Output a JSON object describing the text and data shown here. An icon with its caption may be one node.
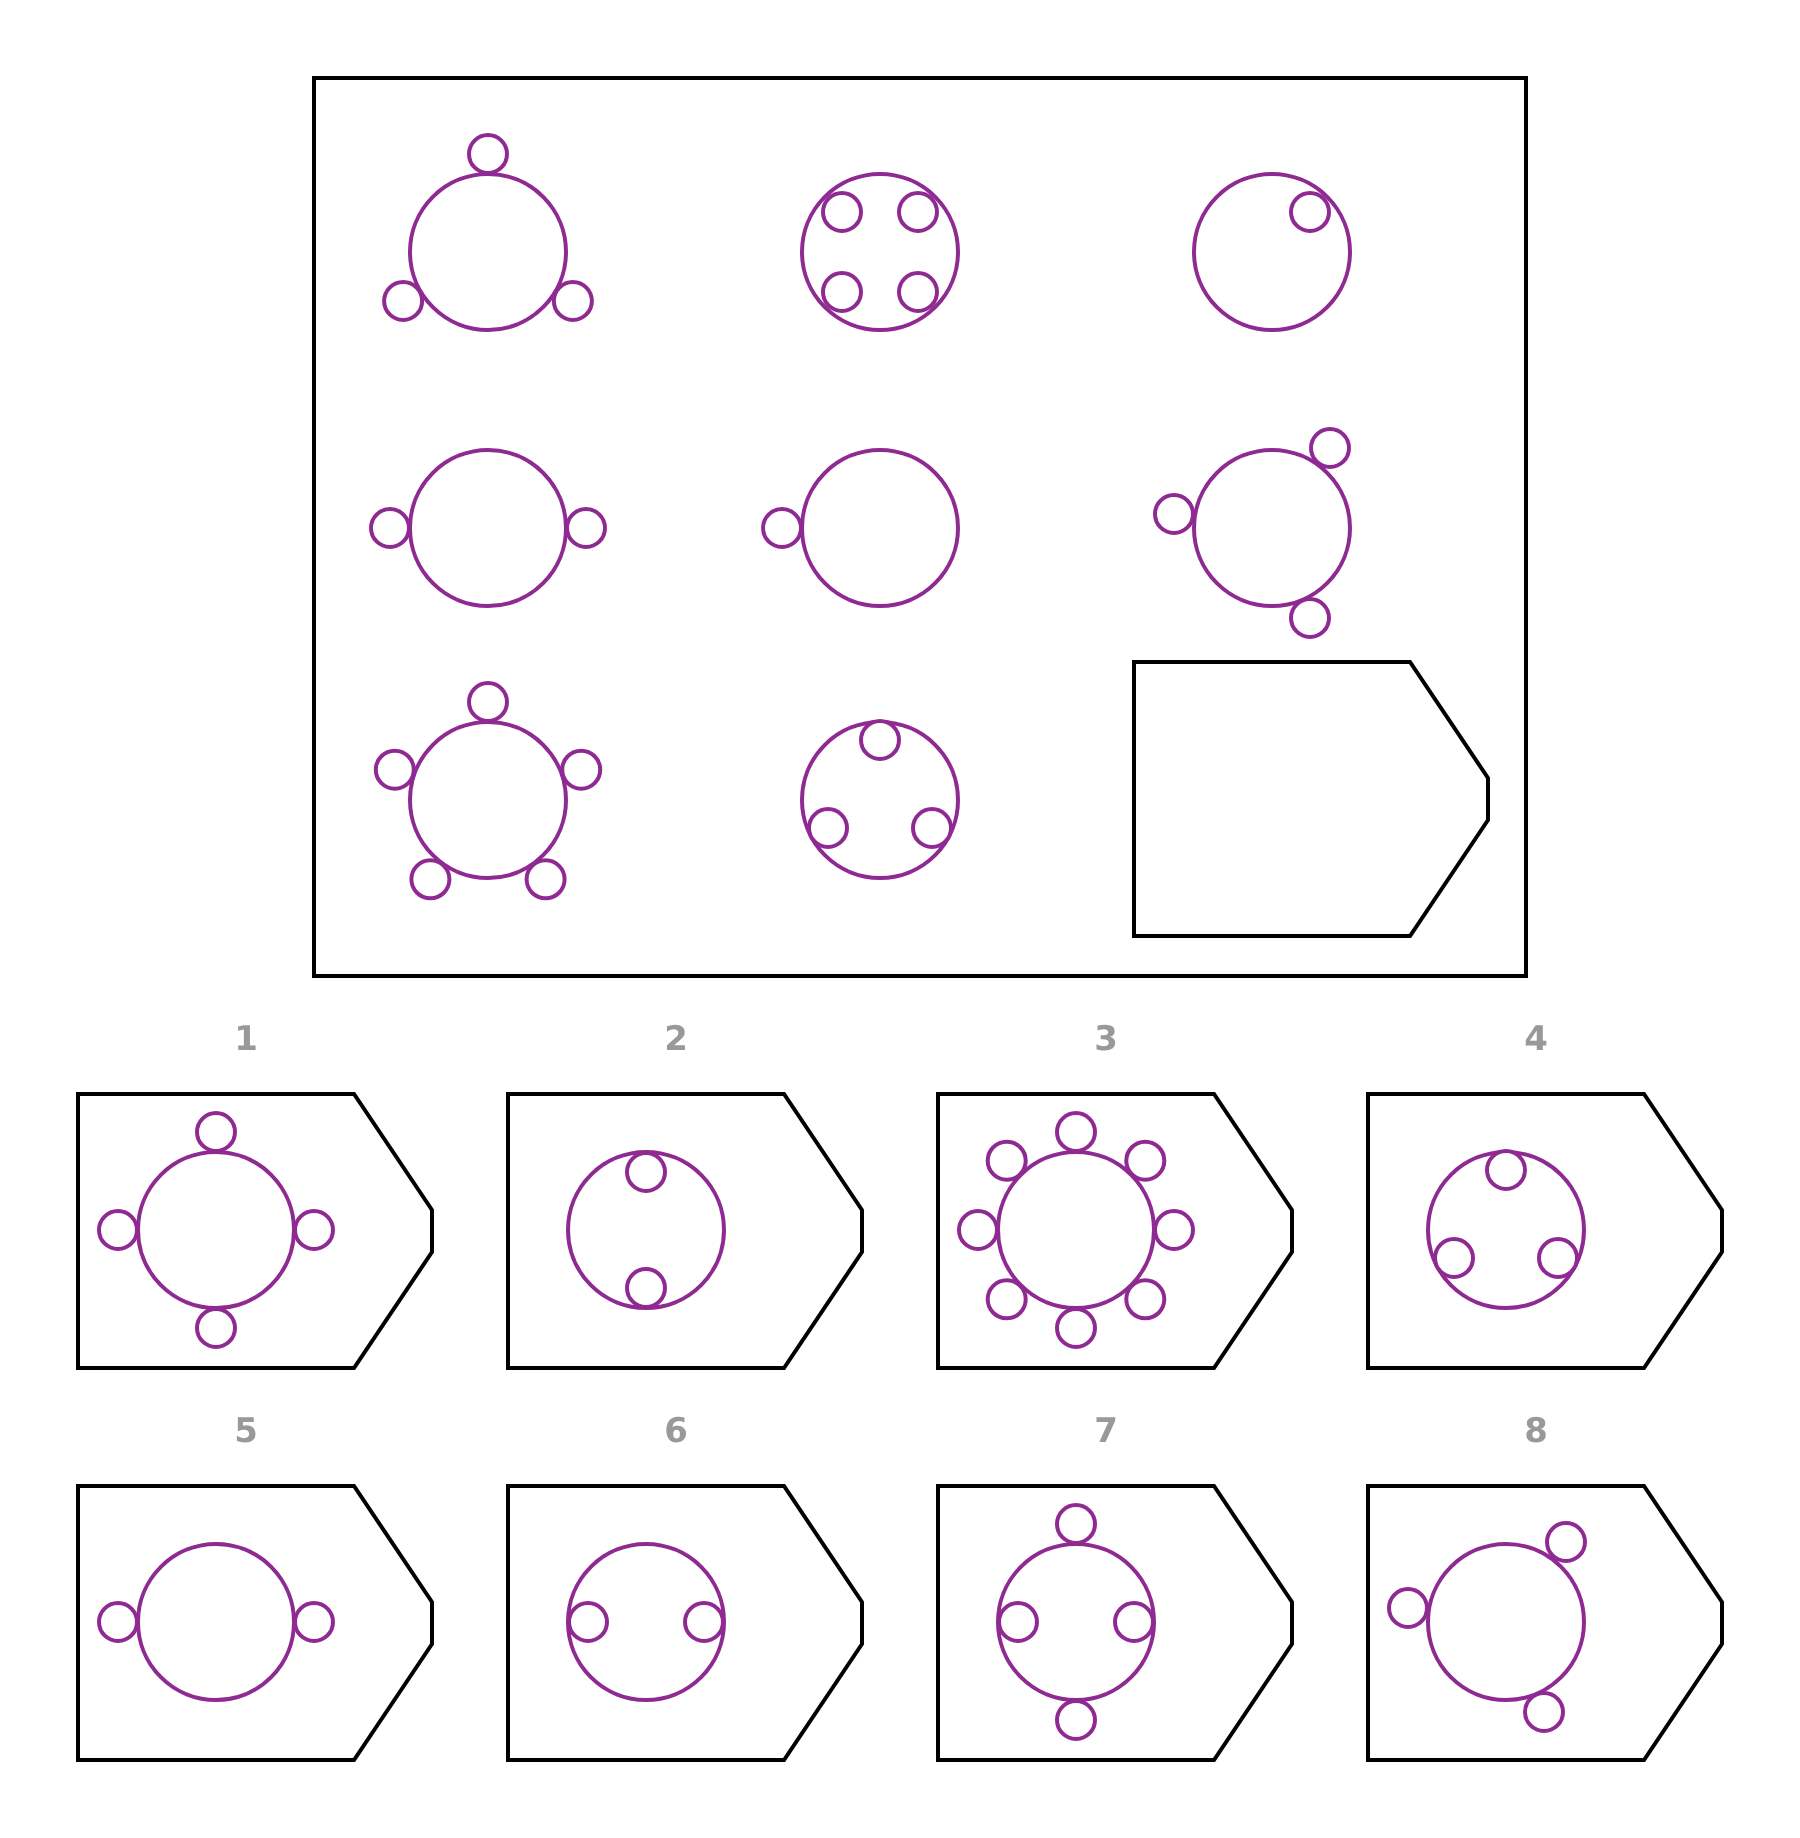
{
  "diagram": {
    "nodes": [
      {
        "text": [],
        "shape": "box"
      }
    ],
    "labels": [
      "1",
      "2",
      "3",
      "4",
      "5",
      "6",
      "7",
      "8"
    ]
  }
}
